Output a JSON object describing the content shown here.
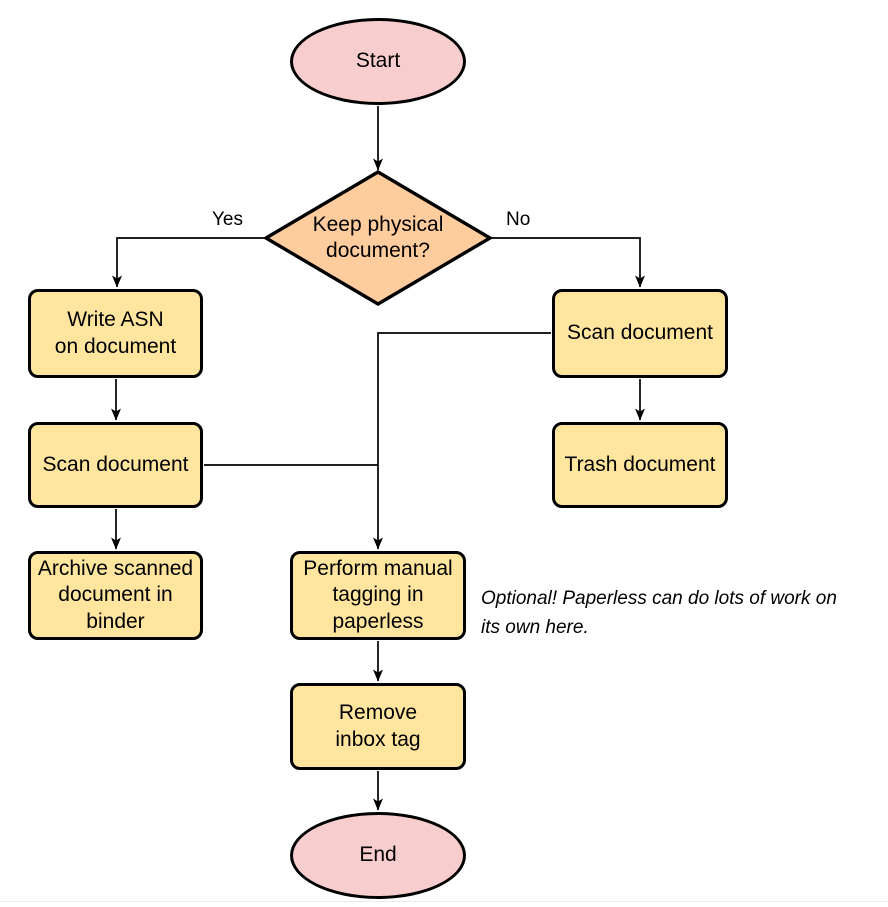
{
  "colors": {
    "terminator_fill": "#f7cdcd",
    "decision_fill": "#ffcc9e",
    "process_fill": "#ffe59e",
    "stroke": "#000000",
    "divider": "#e9edf0"
  },
  "nodes": {
    "start": {
      "shape": "terminator",
      "label": "Start"
    },
    "decision_keep_physical": {
      "shape": "decision",
      "label": "Keep physical\ndocument?"
    },
    "write_asn": {
      "shape": "process",
      "label": "Write ASN\non document"
    },
    "scan_document_left": {
      "shape": "process",
      "label": "Scan document"
    },
    "archive_scanned": {
      "shape": "process",
      "label": "Archive scanned\ndocument in\nbinder"
    },
    "scan_document_right": {
      "shape": "process",
      "label": "Scan document"
    },
    "trash_document": {
      "shape": "process",
      "label": "Trash document"
    },
    "perform_manual_tagging": {
      "shape": "process",
      "label": "Perform manual\ntagging in\npaperless"
    },
    "remove_inbox_tag": {
      "shape": "process",
      "label": "Remove\ninbox tag"
    },
    "end": {
      "shape": "terminator",
      "label": "End"
    }
  },
  "edge_labels": {
    "yes": "Yes",
    "no": "No"
  },
  "annotation": {
    "text": "Optional! Paperless can do lots of work on\nits own here."
  }
}
